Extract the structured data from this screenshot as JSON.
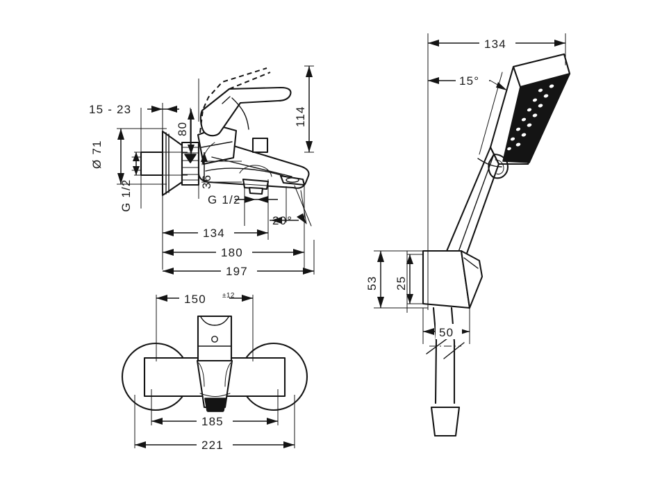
{
  "document": {
    "type": "technical-dimension-drawing",
    "subject": "Wall-mounted single-lever bath / shower mixer with hand shower set",
    "background_color": "#ffffff",
    "line_color": "#141414"
  },
  "views": [
    {
      "id": "side-elevation",
      "name": "Mixer side elevation with wall connection",
      "position": "top-left"
    },
    {
      "id": "front-elevation",
      "name": "Mixer front elevation",
      "position": "bottom-left"
    },
    {
      "id": "hand-shower",
      "name": "Hand shower with wall holder and hose",
      "position": "right"
    }
  ],
  "dimensions": {
    "side_elevation": [
      {
        "id": "wall-projection",
        "label": "15 - 23",
        "orientation": "horizontal"
      },
      {
        "id": "flange-diameter",
        "label": "Ø 71",
        "orientation": "vertical-rotated"
      },
      {
        "id": "inlet-thread-left",
        "label": "G 1/2",
        "orientation": "vertical-rotated"
      },
      {
        "id": "handle-height",
        "label": "80",
        "orientation": "vertical-rotated"
      },
      {
        "id": "overall-height",
        "label": "114",
        "orientation": "vertical-rotated"
      },
      {
        "id": "center-to-outlet",
        "label": "36",
        "orientation": "vertical-rotated"
      },
      {
        "id": "shower-outlet-thread",
        "label": "G 1/2",
        "orientation": "horizontal"
      },
      {
        "id": "spout-angle",
        "label": "20°",
        "orientation": "horizontal"
      },
      {
        "id": "projection-134",
        "label": "134",
        "orientation": "horizontal"
      },
      {
        "id": "projection-180",
        "label": "180",
        "orientation": "horizontal"
      },
      {
        "id": "projection-197",
        "label": "197",
        "orientation": "horizontal"
      }
    ],
    "front_elevation": [
      {
        "id": "inlet-centers",
        "label": "150",
        "tolerance": "±12",
        "orientation": "horizontal"
      },
      {
        "id": "body-width",
        "label": "185",
        "orientation": "horizontal"
      },
      {
        "id": "overall-width",
        "label": "221",
        "orientation": "horizontal"
      }
    ],
    "hand_shower": [
      {
        "id": "shower-length",
        "label": "134",
        "orientation": "horizontal"
      },
      {
        "id": "holder-angle",
        "label": "15°",
        "orientation": "horizontal"
      },
      {
        "id": "holder-height-total",
        "label": "53",
        "orientation": "vertical-rotated"
      },
      {
        "id": "holder-height-inner",
        "label": "25",
        "orientation": "vertical-rotated"
      },
      {
        "id": "holder-depth",
        "label": "50",
        "orientation": "horizontal"
      }
    ]
  }
}
